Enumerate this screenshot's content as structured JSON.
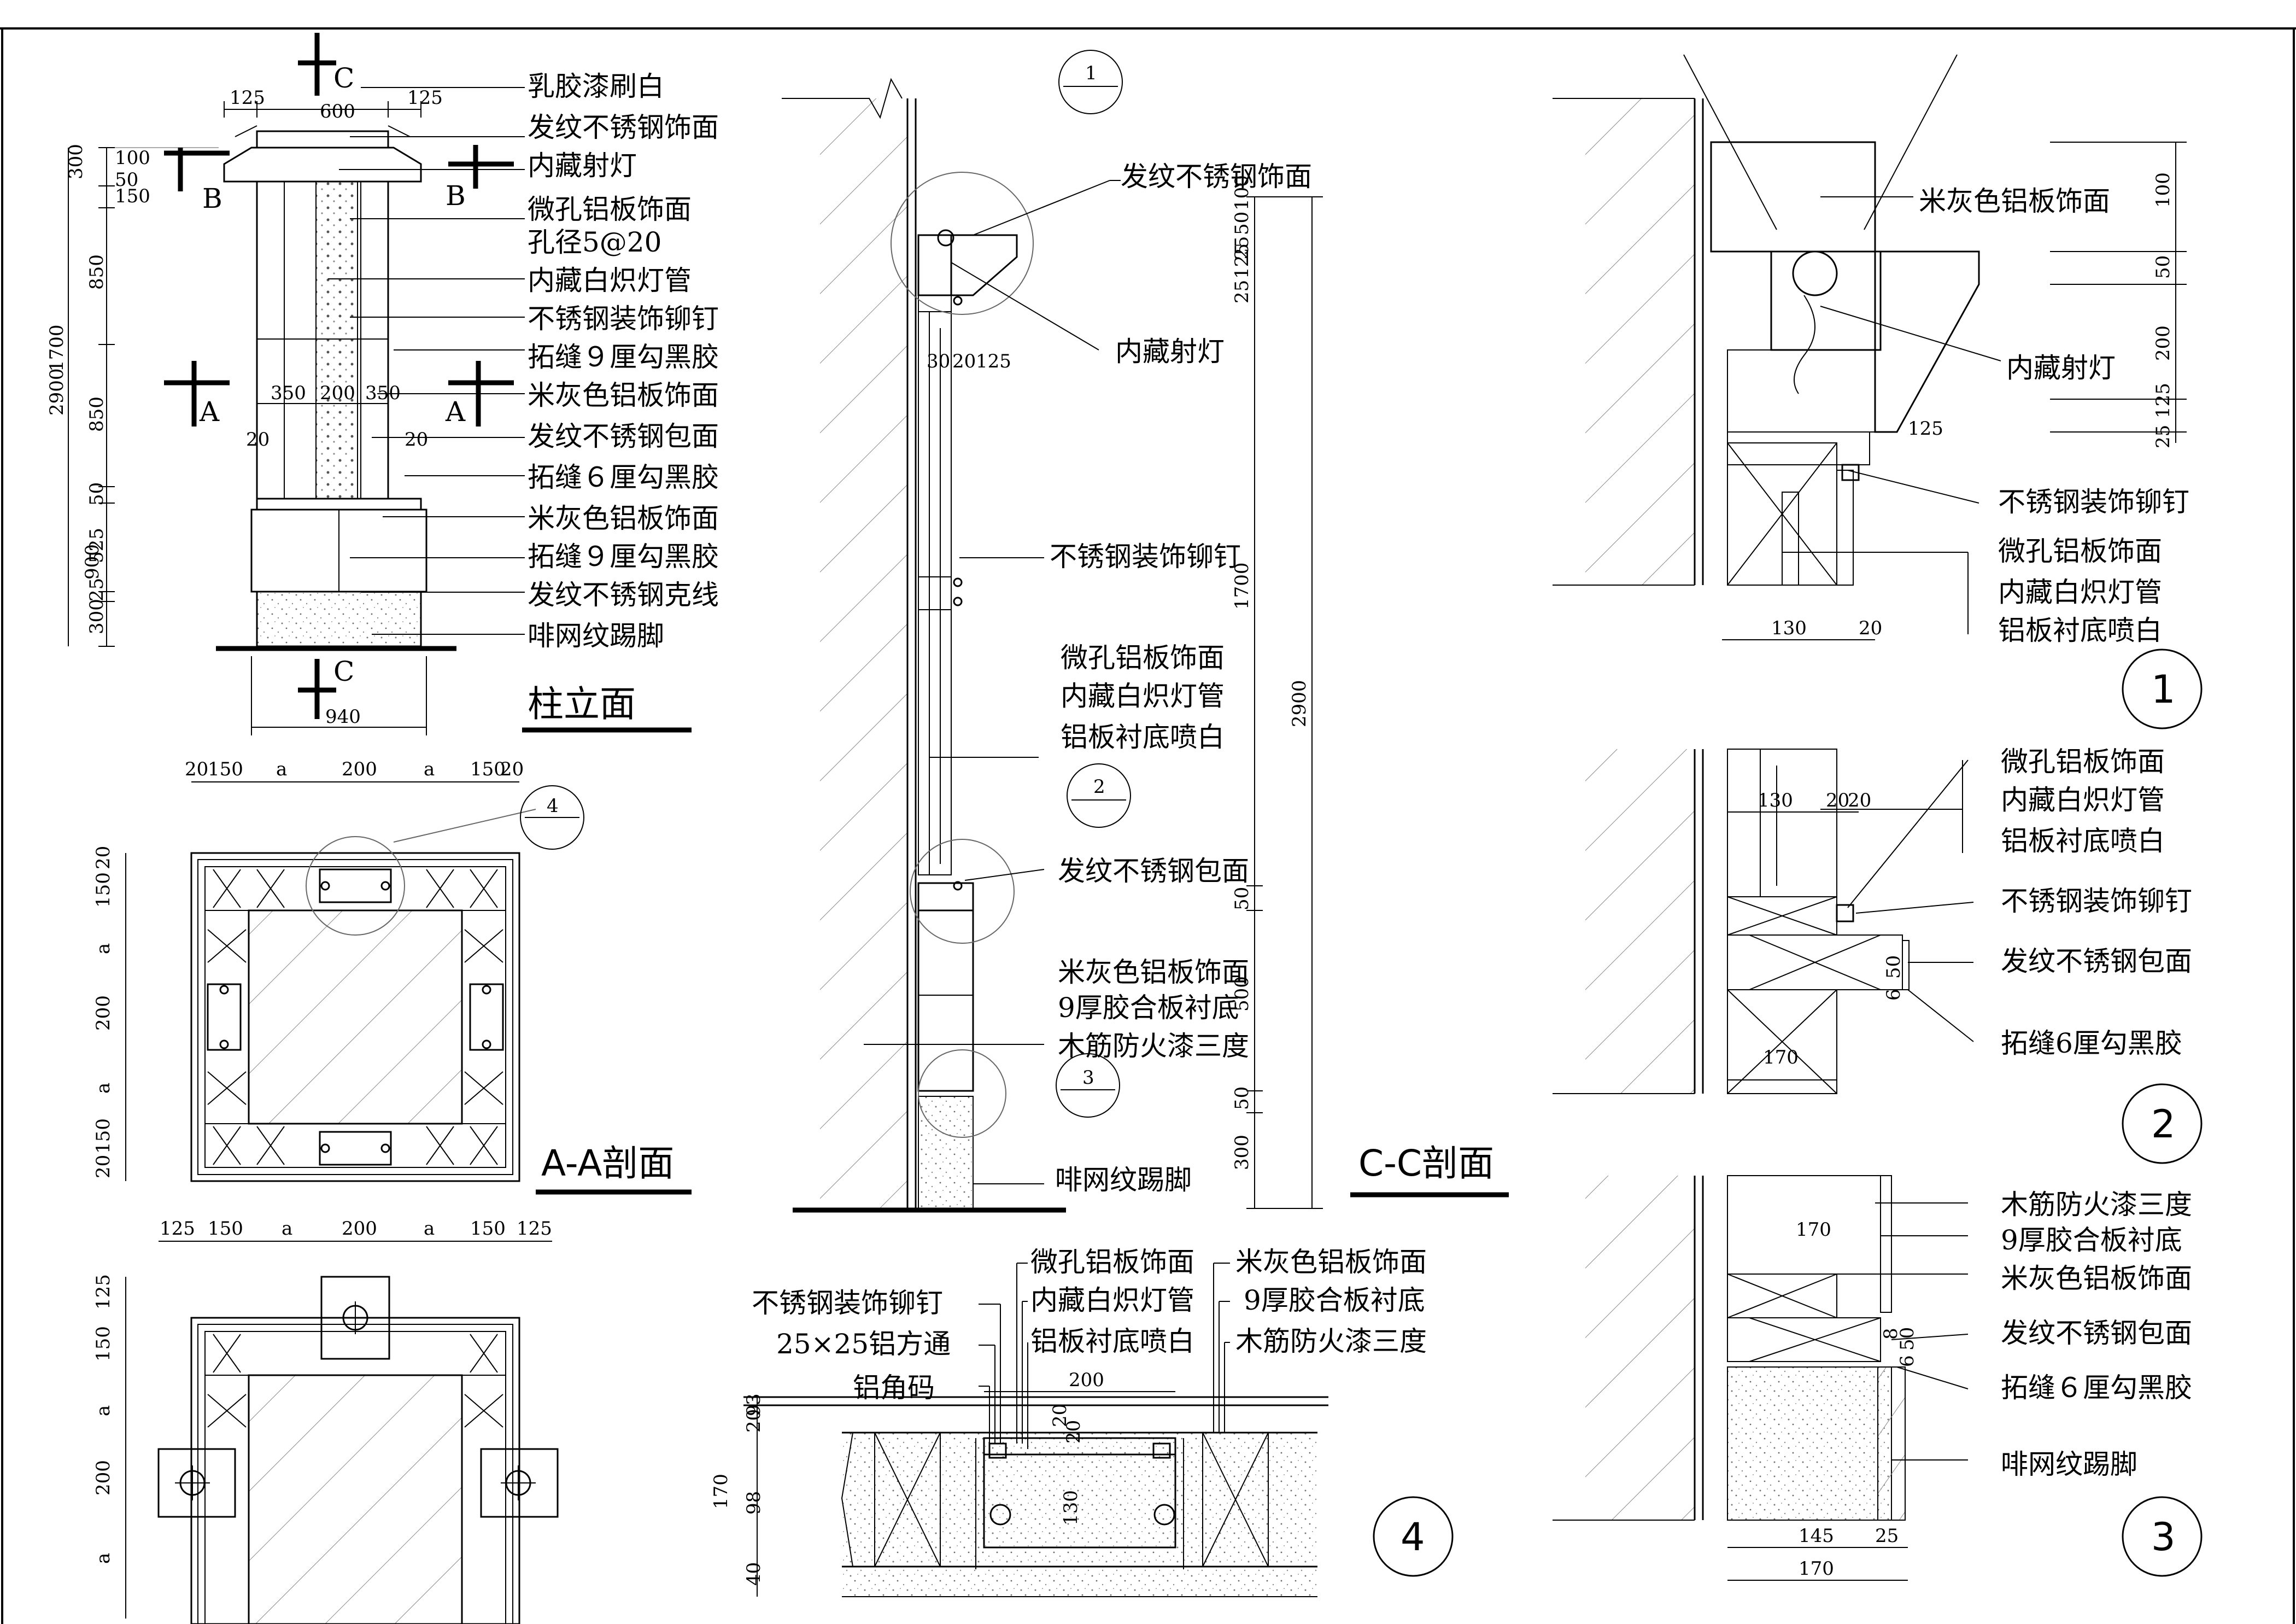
{
  "titles": {
    "column_elevation": "柱立面",
    "section_aa": "A-A剖面",
    "section_cc": "C-C剖面"
  },
  "detail_numbers": [
    "1",
    "2",
    "3",
    "4"
  ],
  "section_marks": {
    "a": "A",
    "b": "B",
    "c": "C"
  },
  "elevation": {
    "labels": [
      "乳胶漆刷白",
      "发纹不锈钢饰面",
      "内藏射灯",
      "微孔铝板饰面",
      "孔径5@20",
      "内藏白炽灯管",
      "不锈钢装饰铆钉",
      "拓缝９厘勾黑胶",
      "米灰色铝板饰面",
      "发纹不锈钢包面",
      "拓缝６厘勾黑胶",
      "米灰色铝板饰面",
      "拓缝９厘勾黑胶",
      "发纹不锈钢克线",
      "啡网纹踢脚"
    ],
    "dims_top": [
      "125",
      "600",
      "125"
    ],
    "dims_mid": [
      "350",
      "200",
      "350"
    ],
    "dims_20": [
      "20",
      "20"
    ],
    "dims_left": [
      "300",
      "100",
      "50",
      "150",
      "850",
      "850",
      "50",
      "525",
      "25",
      "300"
    ],
    "dims_left_outer": [
      "1700",
      "900"
    ],
    "dim_total": "2900",
    "dim_bottom": "940"
  },
  "section_aa": {
    "dims_top": [
      "20",
      "150",
      "a",
      "200",
      "a",
      "150",
      "20"
    ],
    "dims_left": [
      "20",
      "150",
      "a",
      "200",
      "a",
      "150",
      "20"
    ]
  },
  "plan_view": {
    "dims_top": [
      "125",
      "150",
      "a",
      "200",
      "a",
      "150",
      "125"
    ],
    "dims_left": [
      "125",
      "150",
      "a",
      "200",
      "a"
    ]
  },
  "section_cc": {
    "labels_top": [
      "发纹不锈钢饰面",
      "内藏射灯"
    ],
    "label_rivet": "不锈钢装饰铆钉",
    "labels_mid": [
      "微孔铝板饰面",
      "内藏白炽灯管",
      "铝板衬底喷白"
    ],
    "label_wrap": "发纹不锈钢包面",
    "labels_low": [
      "米灰色铝板饰面",
      "9厚胶合板衬底",
      "木筋防火漆三度"
    ],
    "label_skirting": "啡网纹踢脚",
    "dims_small": [
      "30",
      "20",
      "125"
    ],
    "dims_right": [
      "100",
      "50",
      "25",
      "125",
      "25",
      "1700",
      "50",
      "500",
      "50",
      "300"
    ],
    "dim_total": "2900"
  },
  "detail1": {
    "labels": [
      "米灰色铝板饰面",
      "内藏射灯",
      "不锈钢装饰铆钉",
      "微孔铝板饰面",
      "内藏白炽灯管",
      "铝板衬底喷白"
    ],
    "dims_right": [
      "100",
      "50",
      "200",
      "125",
      "25"
    ],
    "dims_other": [
      "125",
      "130",
      "20"
    ]
  },
  "detail2": {
    "labels": [
      "微孔铝板饰面",
      "内藏白炽灯管",
      "铝板衬底喷白",
      "不锈钢装饰铆钉",
      "发纹不锈钢包面",
      "拓缝6厘勾黑胶"
    ],
    "dims": [
      "130",
      "20",
      "20",
      "50",
      "6",
      "170"
    ]
  },
  "detail3": {
    "labels": [
      "木筋防火漆三度",
      "9厚胶合板衬底",
      "米灰色铝板饰面",
      "发纹不锈钢包面",
      "拓缝６厘勾黑胶",
      "啡网纹踢脚"
    ],
    "dims": [
      "170",
      "8",
      "50",
      "6",
      "145",
      "25",
      "170"
    ]
  },
  "detail4": {
    "labels_left": [
      "不锈钢装饰铆钉",
      "25×25铝方通",
      "铝角码"
    ],
    "labels_mid": [
      "微孔铝板饰面",
      "内藏白炽灯管",
      "铝板衬底喷白"
    ],
    "labels_right": [
      "米灰色铝板饰面",
      "9厚胶合板衬底",
      "木筋防火漆三度"
    ],
    "dims": [
      "200",
      "20",
      "20",
      "130"
    ],
    "dims_left": [
      "9",
      "3",
      "20",
      "98",
      "40"
    ],
    "dim_total": "170"
  }
}
